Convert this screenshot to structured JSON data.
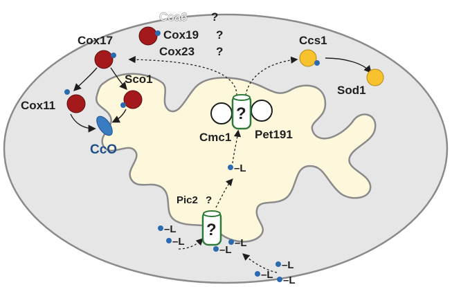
{
  "proteins": {
    "coa6": "Coa6",
    "cox19": "Cox19",
    "cox23": "Cox23",
    "cox17": "Cox17",
    "sco1": "Sco1",
    "cox11": "Cox11",
    "cco": "CcO",
    "ccs1": "Ccs1",
    "sod1": "Sod1",
    "cmc1": "Cmc1",
    "pet191": "Pet191",
    "pic2": "Pic2"
  },
  "question_mark": "?",
  "ligand": "–L",
  "colors": {
    "outer_membrane": "#e6e6e6",
    "matrix": "#fdf7dc",
    "copper_chaperone_red": "#a4191c",
    "sod_yellow": "#f8c22e",
    "copper_ion_blue": "#2c6bb0",
    "cco_blue": "#3a7cc1",
    "transporter_green": "#2f7a3a"
  }
}
